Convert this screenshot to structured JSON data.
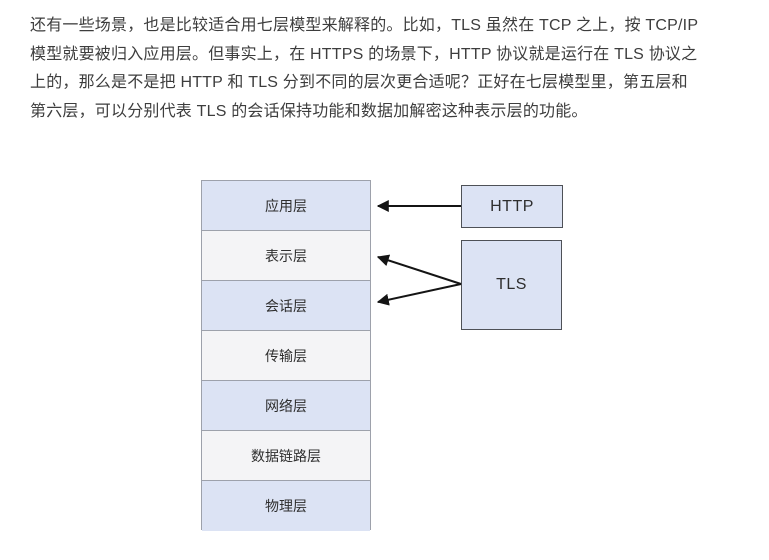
{
  "paragraph": {
    "lines": [
      "还有一些场景，也是比较适合用七层模型来解释的。比如，TLS 虽然在 TCP 之上，按 TCP/IP",
      "模型就要被归入应用层。但事实上，在 HTTPS 的场景下，HTTP 协议就是运行在 TLS 协议之",
      "上的，那么是不是把 HTTP 和 TLS 分到不同的层次更合适呢？正好在七层模型里，第五层和",
      "第六层，可以分别代表 TLS 的会话保持功能和数据加解密这种表示层的功能。"
    ]
  },
  "diagram": {
    "layers": [
      {
        "label": "应用层",
        "fill": "#dce3f4"
      },
      {
        "label": "表示层",
        "fill": "#f4f4f6"
      },
      {
        "label": "会话层",
        "fill": "#dce3f4"
      },
      {
        "label": "传输层",
        "fill": "#f4f4f6"
      },
      {
        "label": "网络层",
        "fill": "#dce3f4"
      },
      {
        "label": "数据链路层",
        "fill": "#f4f4f6"
      },
      {
        "label": "物理层",
        "fill": "#dce3f4"
      }
    ],
    "protocol_boxes": [
      {
        "label": "HTTP",
        "points_to": [
          "应用层"
        ]
      },
      {
        "label": "TLS",
        "points_to": [
          "表示层",
          "会话层"
        ]
      }
    ],
    "colors": {
      "layer_fill_blue": "#dce3f4",
      "layer_fill_gray": "#f4f4f6",
      "stack_border": "#9da1ab",
      "protocol_box_border": "#4e5157",
      "arrow": "#141414",
      "text": "#3d3d3d"
    }
  }
}
